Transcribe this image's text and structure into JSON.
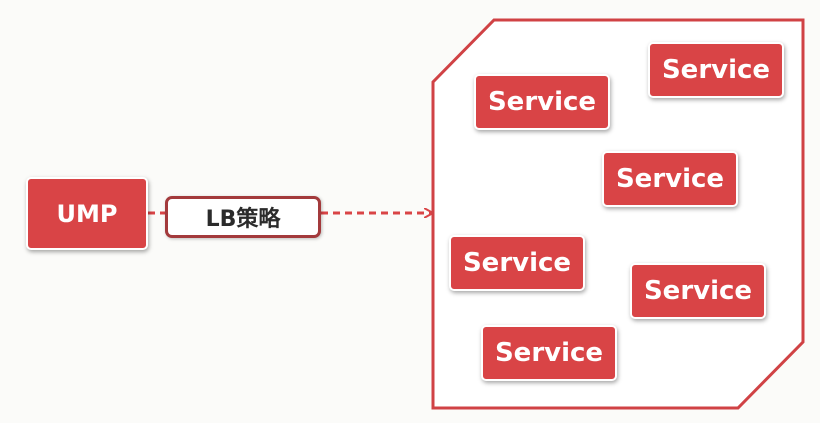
{
  "colors": {
    "accent": "#d94446",
    "container_border": "#d04245",
    "label_border": "#a33a3c",
    "background": "#fbfbf9"
  },
  "ump": {
    "label": "UMP"
  },
  "lb": {
    "label": "LB策略"
  },
  "services": [
    {
      "label": "Service"
    },
    {
      "label": "Service"
    },
    {
      "label": "Service"
    },
    {
      "label": "Service"
    },
    {
      "label": "Service"
    },
    {
      "label": "Service"
    }
  ]
}
